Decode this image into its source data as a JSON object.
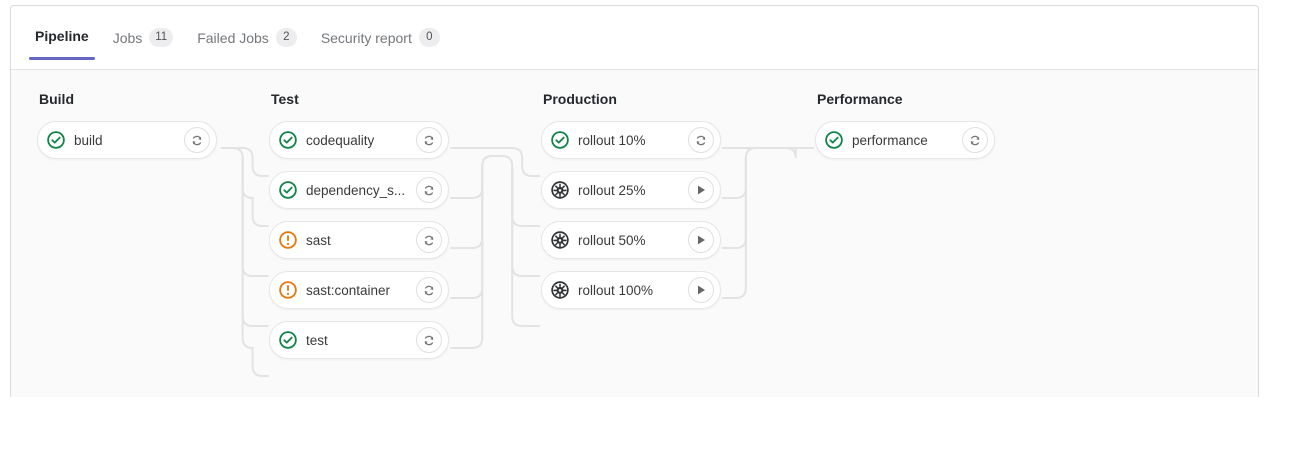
{
  "tabs": [
    {
      "label": "Pipeline",
      "badge": null,
      "active": true
    },
    {
      "label": "Jobs",
      "badge": "11",
      "active": false
    },
    {
      "label": "Failed Jobs",
      "badge": "2",
      "active": false
    },
    {
      "label": "Security report",
      "badge": "0",
      "active": false
    }
  ],
  "colors": {
    "success": "#108548",
    "warning": "#e9770f",
    "manual": "#2f3337",
    "active_tab_underline": "#6666c4",
    "connector": "#e3e3e3",
    "graph_background": "#fafafa"
  },
  "stages": [
    {
      "name": "Build",
      "jobs": [
        {
          "name": "build",
          "status": "success",
          "status_icon": "status-success-icon",
          "action": "retry",
          "action_icon": "retry-icon"
        }
      ]
    },
    {
      "name": "Test",
      "jobs": [
        {
          "name": "codequality",
          "status": "success",
          "status_icon": "status-success-icon",
          "action": "retry",
          "action_icon": "retry-icon"
        },
        {
          "name": "dependency_s...",
          "status": "success",
          "status_icon": "status-success-icon",
          "action": "retry",
          "action_icon": "retry-icon"
        },
        {
          "name": "sast",
          "status": "warning",
          "status_icon": "status-warning-icon",
          "action": "retry",
          "action_icon": "retry-icon"
        },
        {
          "name": "sast:container",
          "status": "warning",
          "status_icon": "status-warning-icon",
          "action": "retry",
          "action_icon": "retry-icon"
        },
        {
          "name": "test",
          "status": "success",
          "status_icon": "status-success-icon",
          "action": "retry",
          "action_icon": "retry-icon"
        }
      ]
    },
    {
      "name": "Production",
      "jobs": [
        {
          "name": "rollout 10%",
          "status": "success",
          "status_icon": "status-success-icon",
          "action": "retry",
          "action_icon": "retry-icon"
        },
        {
          "name": "rollout 25%",
          "status": "manual",
          "status_icon": "status-manual-icon",
          "action": "play",
          "action_icon": "play-icon"
        },
        {
          "name": "rollout 50%",
          "status": "manual",
          "status_icon": "status-manual-icon",
          "action": "play",
          "action_icon": "play-icon"
        },
        {
          "name": "rollout 100%",
          "status": "manual",
          "status_icon": "status-manual-icon",
          "action": "play",
          "action_icon": "play-icon"
        }
      ]
    },
    {
      "name": "Performance",
      "jobs": [
        {
          "name": "performance",
          "status": "success",
          "status_icon": "status-success-icon",
          "action": "retry",
          "action_icon": "retry-icon"
        }
      ]
    }
  ]
}
